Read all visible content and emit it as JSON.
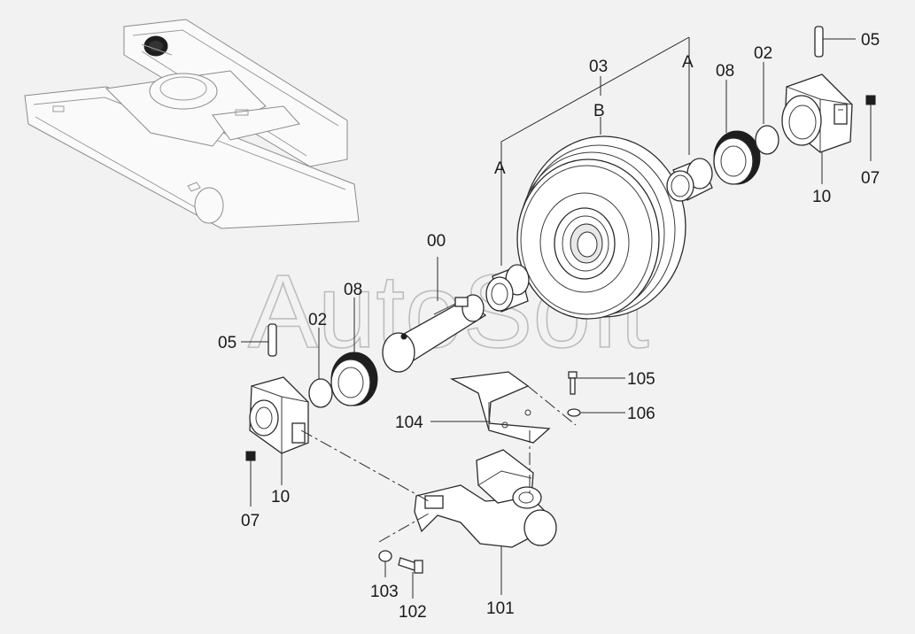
{
  "watermark": "AutoSoft",
  "labels": {
    "p00": "00",
    "p02_right": "02",
    "p02_left": "02",
    "p03": "03",
    "p05_right": "05",
    "p05_left": "05",
    "p07_right": "07",
    "p07_left": "07",
    "p08_right": "08",
    "p08_left": "08",
    "p10_right": "10",
    "p10_left": "10",
    "p101": "101",
    "p102": "102",
    "p103": "103",
    "p104": "104",
    "p105": "105",
    "p106": "106",
    "mark_a_top": "A",
    "mark_a_left": "A",
    "mark_b": "B"
  }
}
